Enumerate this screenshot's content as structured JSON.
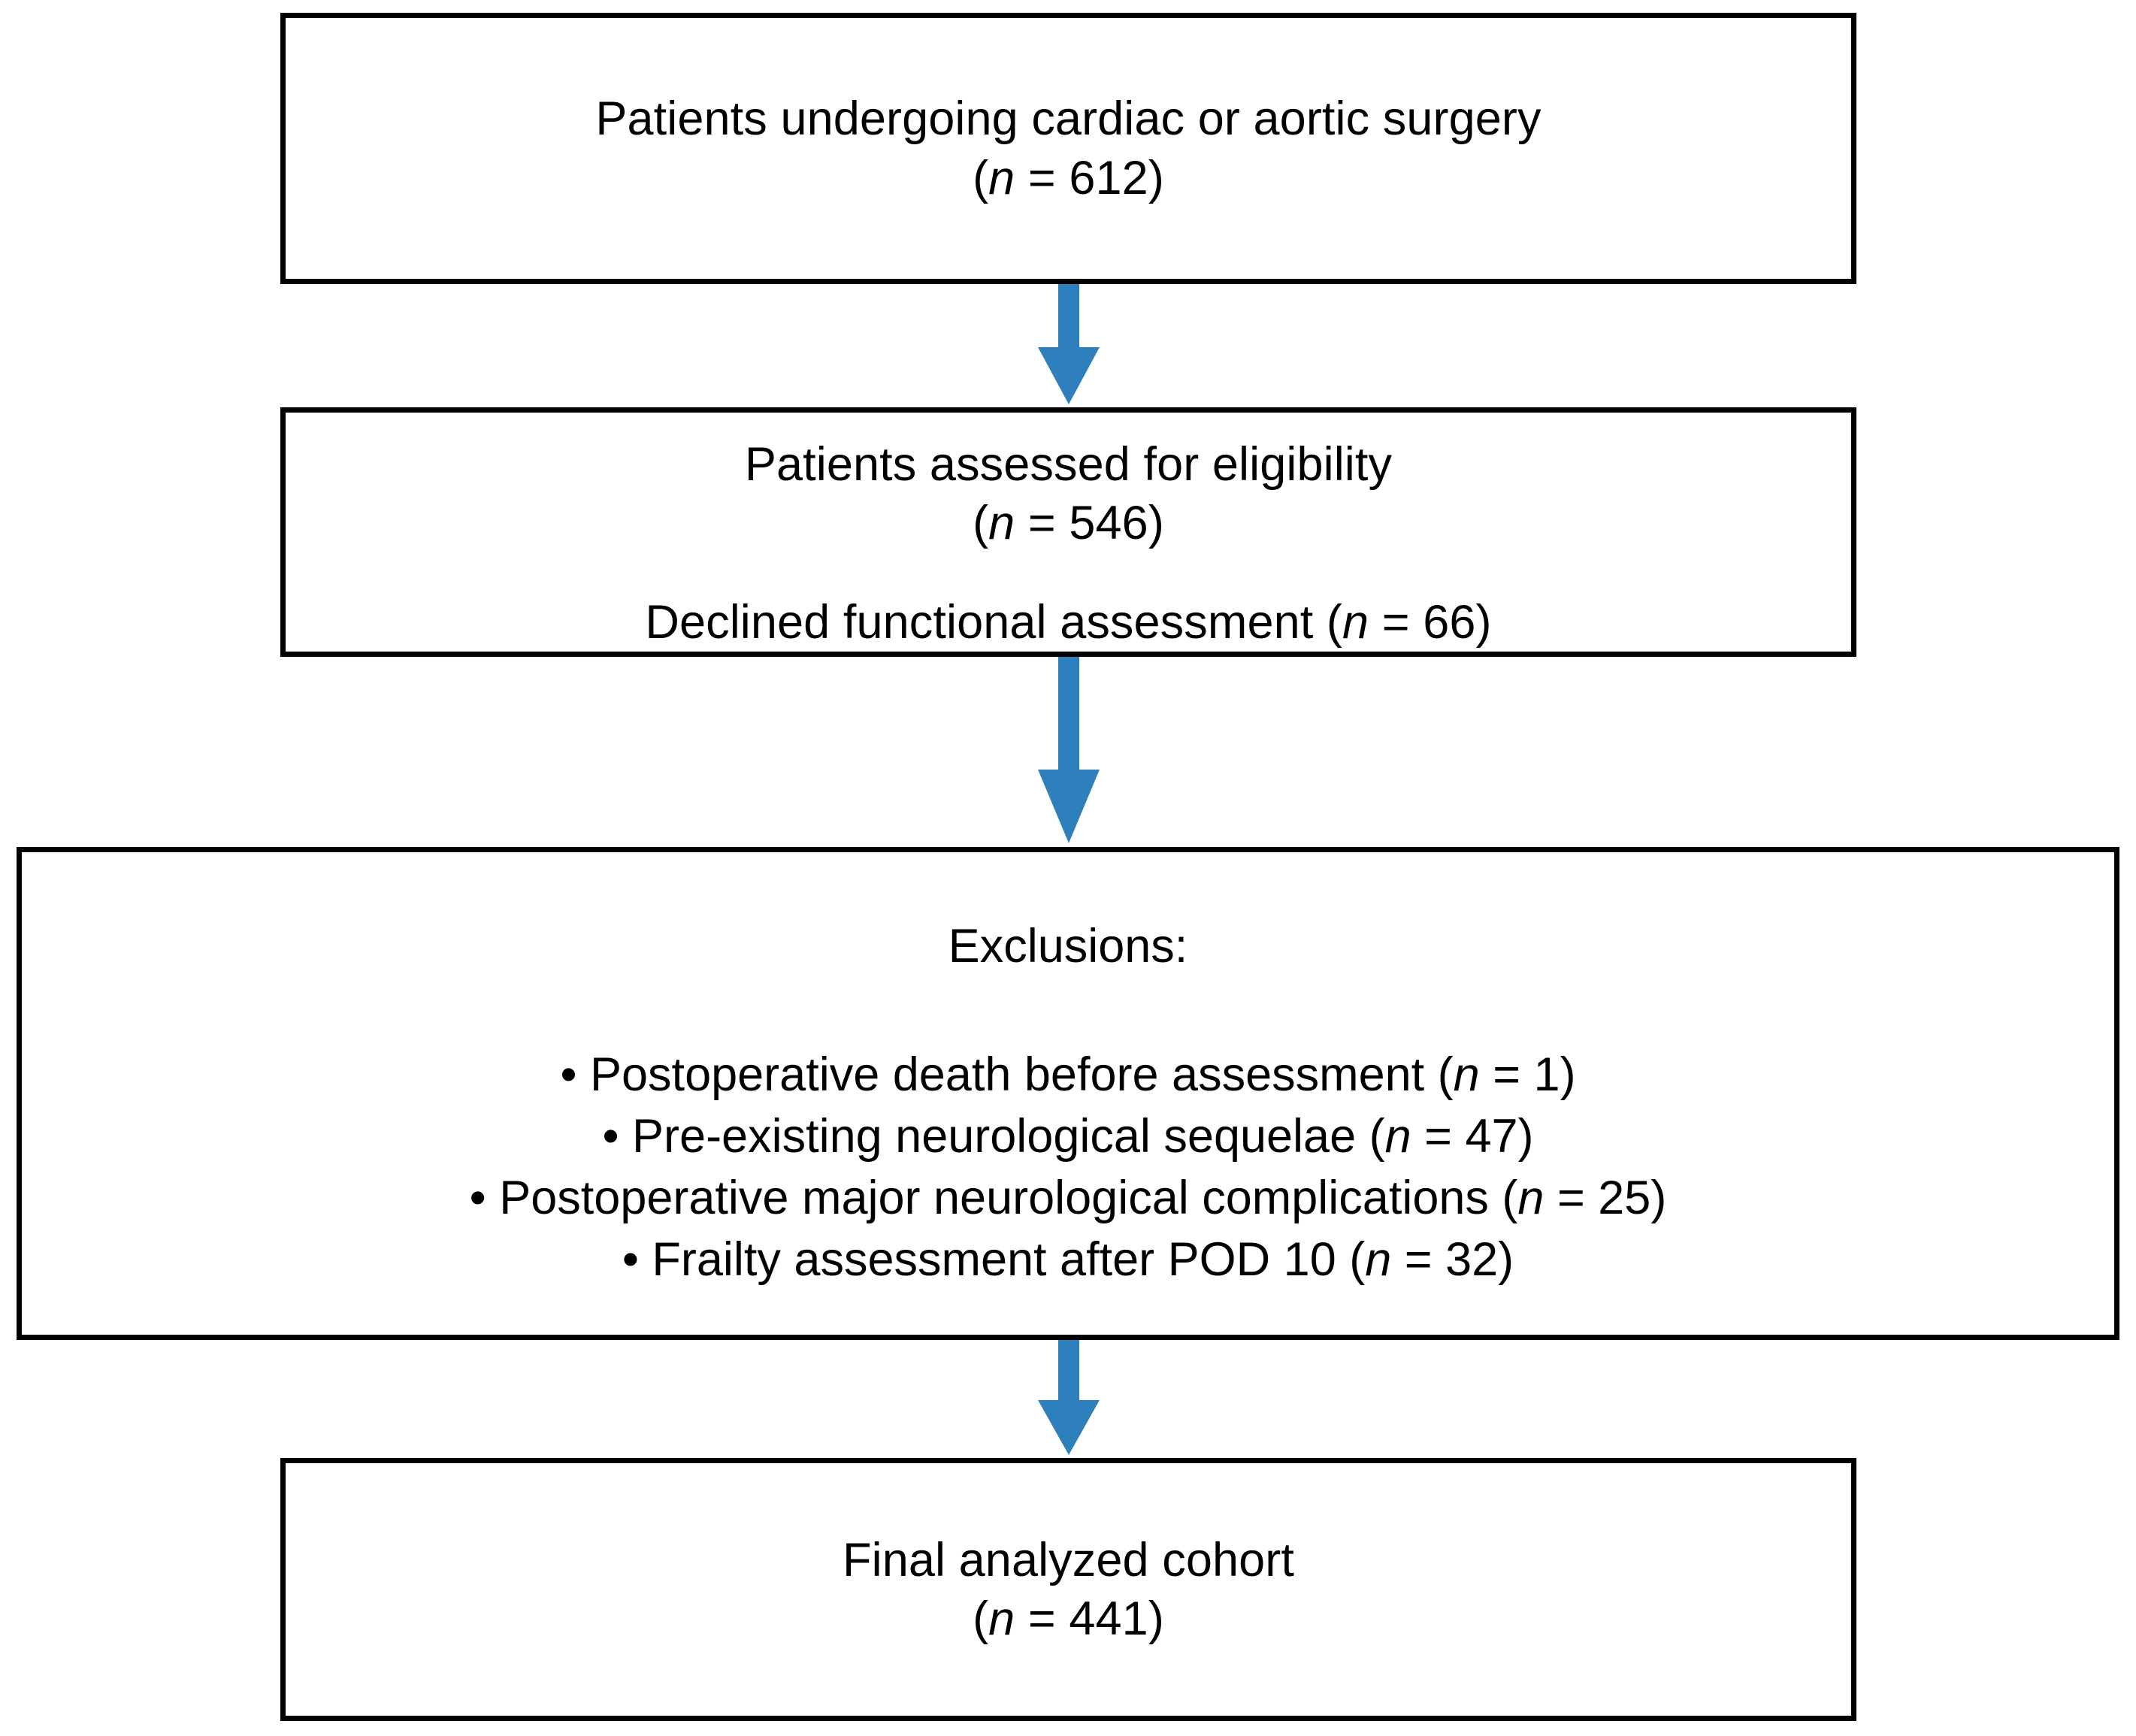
{
  "figure": {
    "type": "flowchart",
    "orientation": "vertical",
    "accent_color": "#2E80BD",
    "line_color": "#000000",
    "background_color": "#FFFFFF"
  },
  "nodes": {
    "enrolled": {
      "line1": "Patients undergoing cardiac or aortic surgery",
      "paren_open": "(",
      "n_symbol": "n",
      "equals": " = ",
      "count": "612",
      "paren_close": ")"
    },
    "eligibility": {
      "line1": "Patients assessed for eligibility",
      "paren_open": "(",
      "n_symbol": "n",
      "equals": " = ",
      "count": "546",
      "paren_close": ")",
      "declined_prefix": "Declined functional assessment (",
      "declined_n_symbol": "n",
      "declined_equals": " = ",
      "declined_count": "66",
      "declined_suffix": ")"
    },
    "exclusions": {
      "title": "Exclusions:",
      "items": [
        {
          "bullet": "•",
          "prefix": " Postoperative death before assessment (",
          "n_symbol": "n",
          "equals": " = ",
          "count": "1",
          "suffix": ")"
        },
        {
          "bullet": "•",
          "prefix": " Pre-existing neurological sequelae (",
          "n_symbol": "n",
          "equals": " = ",
          "count": "47",
          "suffix": ")"
        },
        {
          "bullet": "•",
          "prefix": " Postoperative major neurological complications (",
          "n_symbol": "n",
          "equals": " = ",
          "count": "25",
          "suffix": ")"
        },
        {
          "bullet": "•",
          "prefix": " Frailty assessment after POD 10 (",
          "n_symbol": "n",
          "equals": " = ",
          "count": "32",
          "suffix": ")"
        }
      ]
    },
    "final": {
      "line1": "Final analyzed cohort",
      "paren_open": "(",
      "n_symbol": "n",
      "equals": " = ",
      "count": "441",
      "paren_close": ")"
    }
  },
  "connectors": [
    {
      "name": "arrow-enrolled-to-eligibility",
      "direction": "down"
    },
    {
      "name": "arrow-eligibility-to-exclusions",
      "direction": "down"
    },
    {
      "name": "arrow-exclusions-to-final",
      "direction": "down"
    }
  ],
  "chart_data": {
    "type": "flowchart",
    "title": "Patient enrollment flow diagram",
    "steps": [
      {
        "label": "Patients undergoing cardiac or aortic surgery",
        "n": 612
      },
      {
        "label": "Patients assessed for eligibility",
        "n": 546
      },
      {
        "label": "Declined functional assessment",
        "n": 66
      },
      {
        "label": "Exclusions: Postoperative death before assessment",
        "n": 1
      },
      {
        "label": "Exclusions: Pre-existing neurological sequelae",
        "n": 47
      },
      {
        "label": "Exclusions: Postoperative major neurological complications",
        "n": 25
      },
      {
        "label": "Exclusions: Frailty assessment after POD 10",
        "n": 32
      },
      {
        "label": "Final analyzed cohort",
        "n": 441
      }
    ]
  }
}
